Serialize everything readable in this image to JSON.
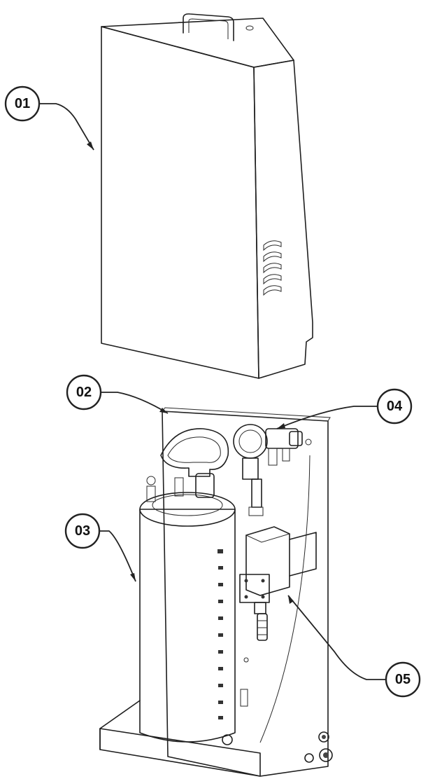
{
  "diagram": {
    "callouts": [
      {
        "id": "c01",
        "label": "01",
        "part": "cover"
      },
      {
        "id": "c02",
        "label": "02",
        "part": "back-panel"
      },
      {
        "id": "c03",
        "label": "03",
        "part": "pressure-tank"
      },
      {
        "id": "c04",
        "label": "04",
        "part": "pressure-switch"
      },
      {
        "id": "c05",
        "label": "05",
        "part": "valve-block"
      }
    ],
    "colors": {
      "front_face": "#b3b3b3",
      "side_face": "#9c9c9c",
      "top_face": "#cfcfcf",
      "panel": "#a9a9a9",
      "tank": "#bdbdbd",
      "line": "#1e1e1e"
    }
  }
}
